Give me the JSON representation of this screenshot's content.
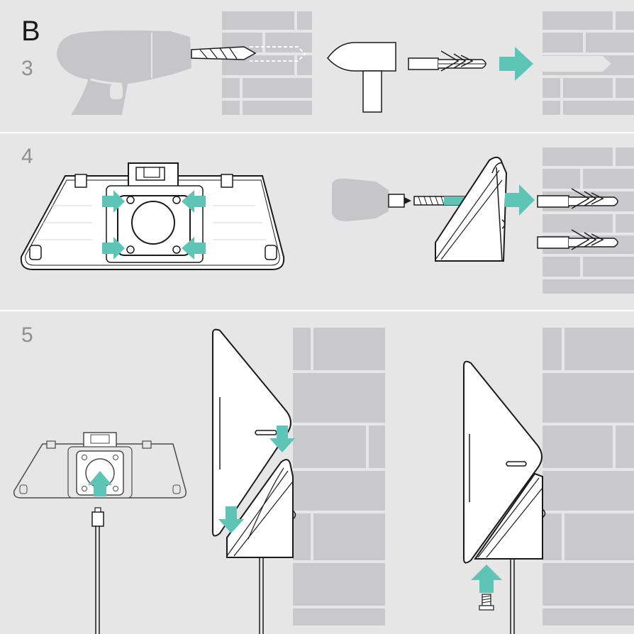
{
  "section_label": "B",
  "steps": [
    {
      "number": "3"
    },
    {
      "number": "4"
    },
    {
      "number": "5"
    }
  ],
  "colors": {
    "panel": "#e6e6e7",
    "brick": "#c9c9cb",
    "mortar": "#e6e6e7",
    "arrow": "#5ec4b6",
    "outline": "#1a1a1a",
    "device": "#ffffff",
    "drill": "#c6c6c8",
    "label": "#8f8f8f"
  },
  "icons": [
    "drill-icon",
    "hammer-icon",
    "wall-plug-icon",
    "arrow-right-icon",
    "arrow-up-icon",
    "arrow-down-icon",
    "brick-wall-icon",
    "base-plate-icon",
    "screw-icon",
    "cable-icon",
    "connector-icon"
  ]
}
